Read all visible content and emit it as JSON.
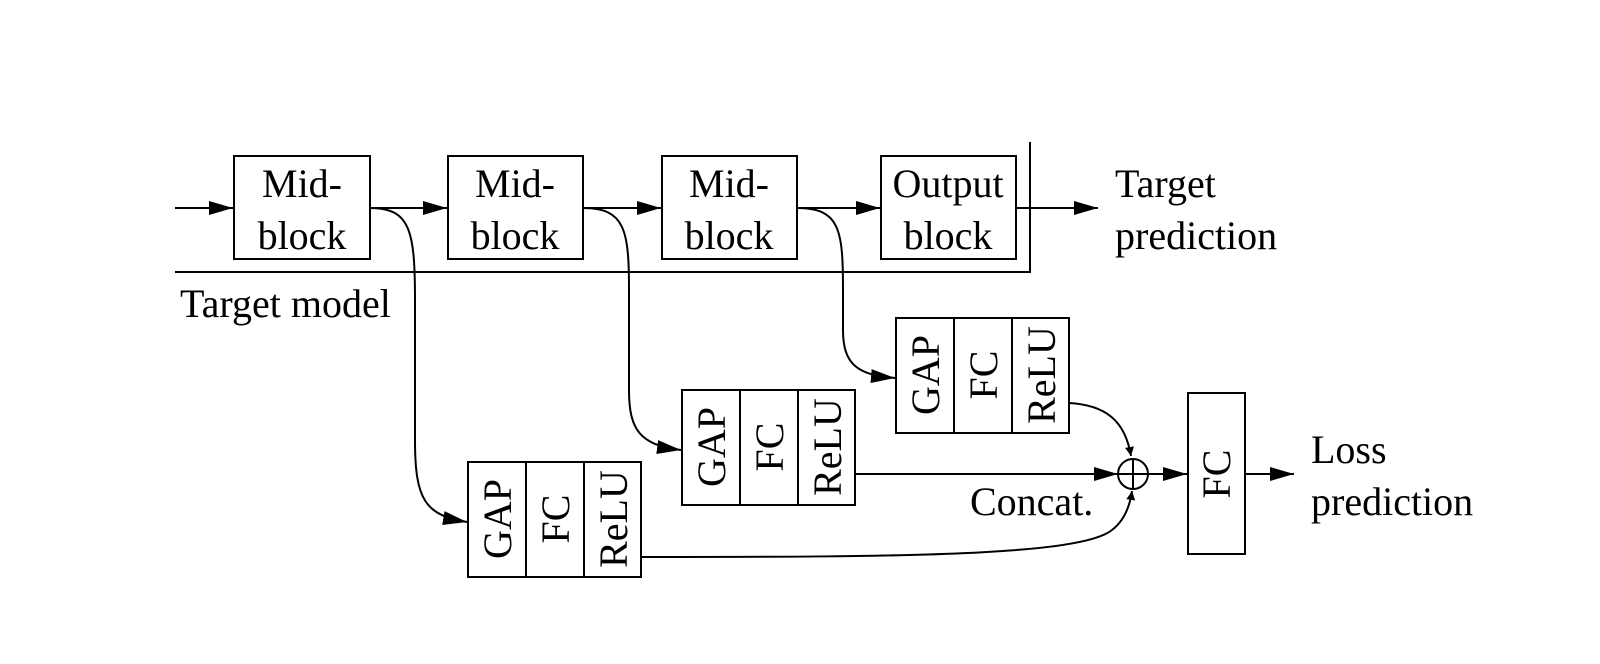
{
  "diagram": {
    "target_model": {
      "label": "Target model",
      "blocks": [
        {
          "line1": "Mid-",
          "line2": "block"
        },
        {
          "line1": "Mid-",
          "line2": "block"
        },
        {
          "line1": "Mid-",
          "line2": "block"
        },
        {
          "line1": "Output",
          "line2": "block"
        }
      ],
      "output": {
        "line1": "Target",
        "line2": "prediction"
      }
    },
    "loss_module": {
      "branches": [
        {
          "cells": [
            "GAP",
            "FC",
            "ReLU"
          ]
        },
        {
          "cells": [
            "GAP",
            "FC",
            "ReLU"
          ]
        },
        {
          "cells": [
            "GAP",
            "FC",
            "ReLU"
          ]
        }
      ],
      "concat_label": "Concat.",
      "final_layer": "FC",
      "output": {
        "line1": "Loss",
        "line2": "prediction"
      }
    }
  }
}
